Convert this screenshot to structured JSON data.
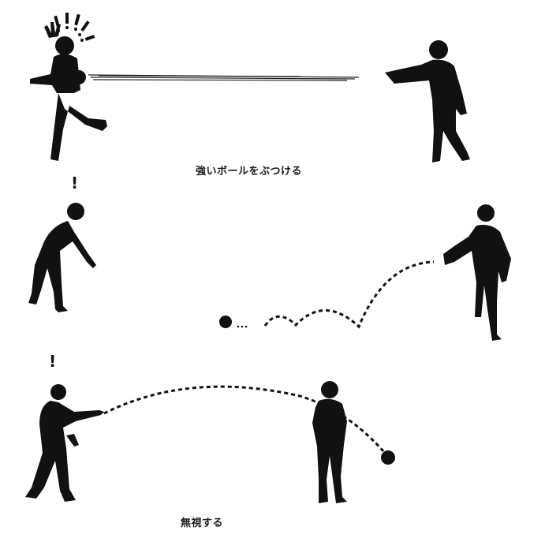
{
  "scenes": [
    {
      "id": "scene-1",
      "caption": "強いボールをぶつける",
      "description": "Thrower hurls a fast ball that hits the receiver, who recoils",
      "receiver_reaction": "!!!!!",
      "ball_path": "straight-fast"
    },
    {
      "id": "scene-2",
      "caption": "",
      "description": "Thrower tosses ball that bounces and rolls short of the receiver",
      "receiver_reaction": "!",
      "ball_trail": "...",
      "ball_path": "bouncing"
    },
    {
      "id": "scene-3",
      "caption": "無視する",
      "description": "Thrower tosses ball in an arc; the other person ignores it and it falls past",
      "receiver_reaction": "!",
      "ball_path": "arc-ignored"
    }
  ],
  "colors": {
    "ink": "#111111",
    "background": "#ffffff"
  }
}
